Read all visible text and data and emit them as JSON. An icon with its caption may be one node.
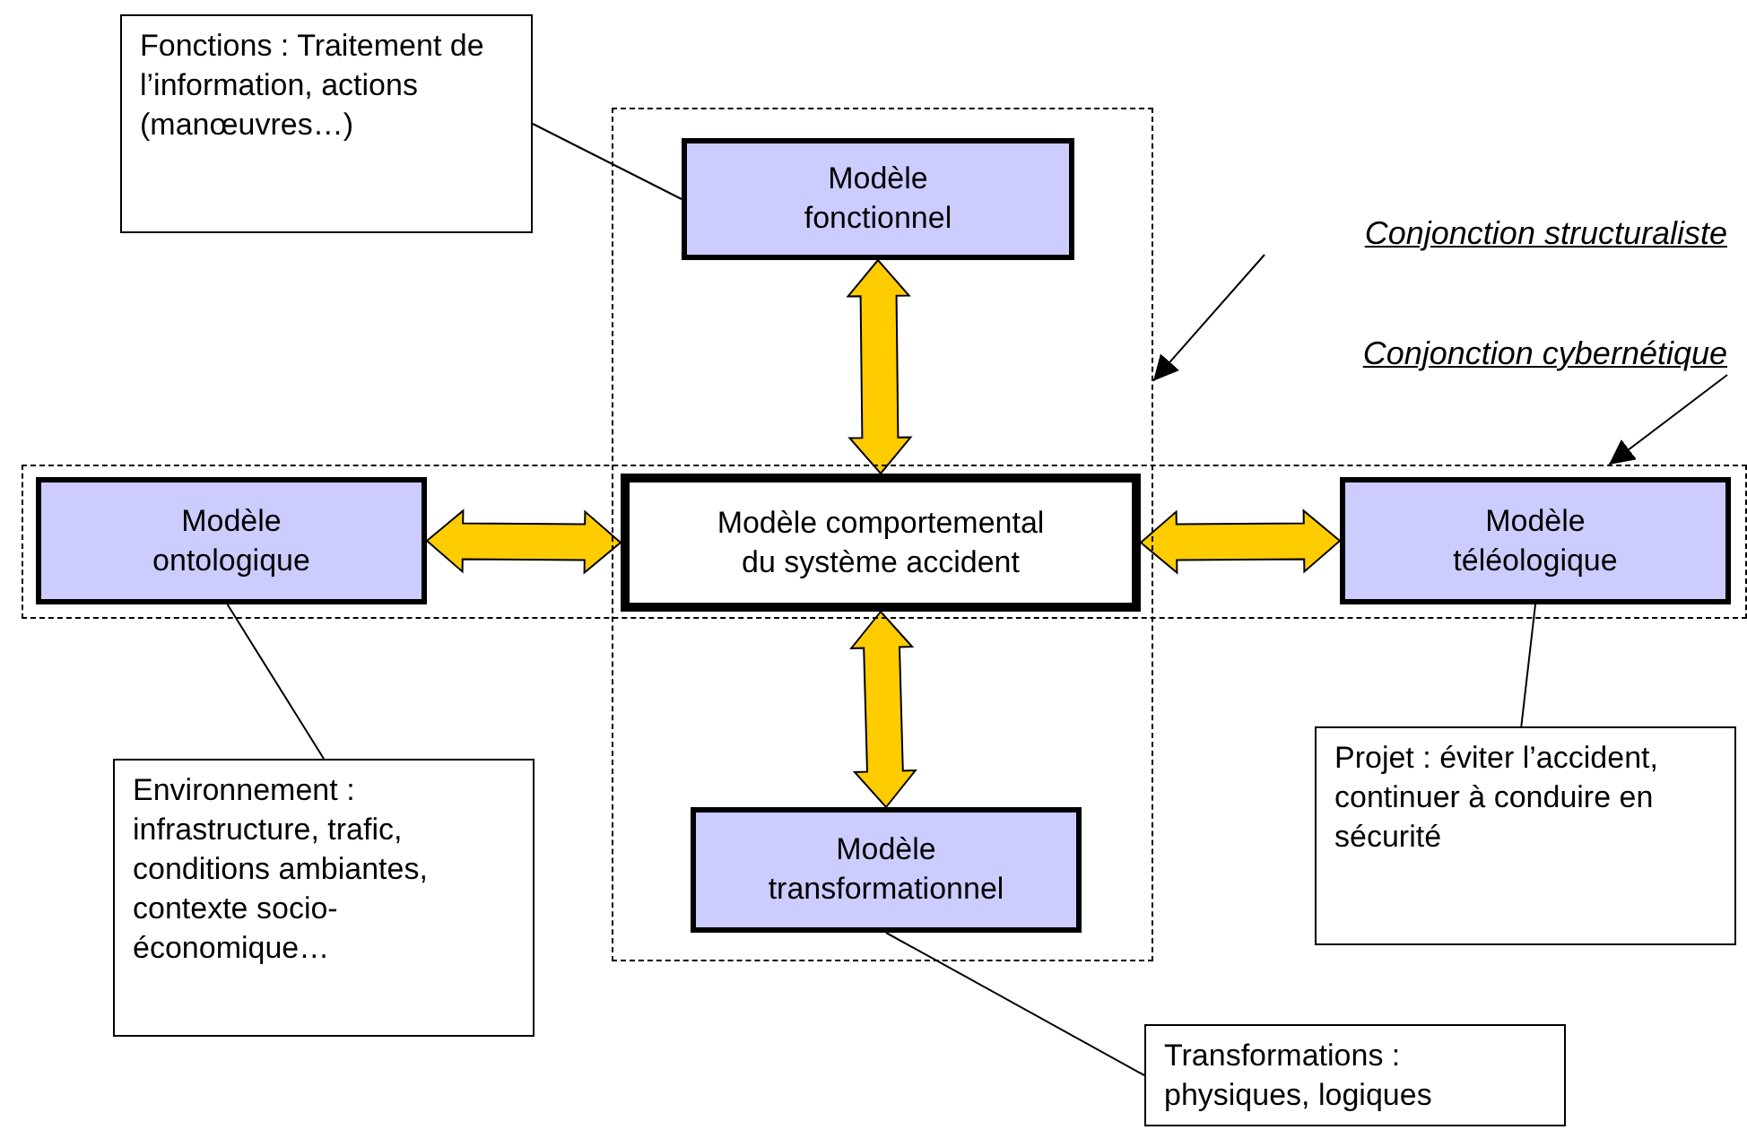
{
  "diagram": {
    "nodes": [
      {
        "text": [
          "Fonctions : Traitement de l’information, actions (manœuvres…)"
        ]
      },
      {
        "text": [],
        "shape": "box"
      },
      {
        "text": [],
        "shape": "box"
      },
      {
        "text": [
          "Modèle fonctionnel"
        ],
        "in": 1
      },
      {
        "text": [
          "Modèle comportemental du système accident"
        ]
      },
      {
        "text": [
          "Modèle ontologique"
        ],
        "in": 2
      },
      {
        "text": [
          "Modèle téléologique"
        ],
        "in": 2
      },
      {
        "text": [
          "Modèle transformationnel"
        ],
        "in": 1
      },
      {
        "text": [
          "Environnement : infrastructure, trafic, conditions ambiantes, contexte socio-économique…"
        ]
      },
      {
        "text": [
          "Projet : éviter l’accident, continuer à conduire en sécurité"
        ]
      },
      {
        "text": [
          "Transformations : physiques, logiques"
        ]
      },
      {
        "text": [
          "Conjonction structuraliste"
        ]
      },
      {
        "text": [
          "Conjonction cybernétique"
        ]
      }
    ],
    "edges": [
      {
        "from": 0,
        "to": 3,
        "arrow": "none"
      },
      {
        "from": 3,
        "to": 4,
        "arrow": "both",
        "style": "thick",
        "color": "#ffcc00"
      },
      {
        "from": 5,
        "to": 4,
        "arrow": "both",
        "style": "thick",
        "color": "#ffcc00"
      },
      {
        "from": 4,
        "to": 6,
        "arrow": "both",
        "style": "thick",
        "color": "#ffcc00"
      },
      {
        "from": 4,
        "to": 7,
        "arrow": "both",
        "style": "thick",
        "color": "#ffcc00"
      },
      {
        "from": 8,
        "to": 5,
        "arrow": "none"
      },
      {
        "from": 9,
        "to": 6,
        "arrow": "none"
      },
      {
        "from": 10,
        "to": 7,
        "arrow": "none"
      },
      {
        "from": 11,
        "to": 1,
        "arrow": "to"
      },
      {
        "from": 12,
        "to": 2,
        "arrow": "to"
      }
    ]
  }
}
